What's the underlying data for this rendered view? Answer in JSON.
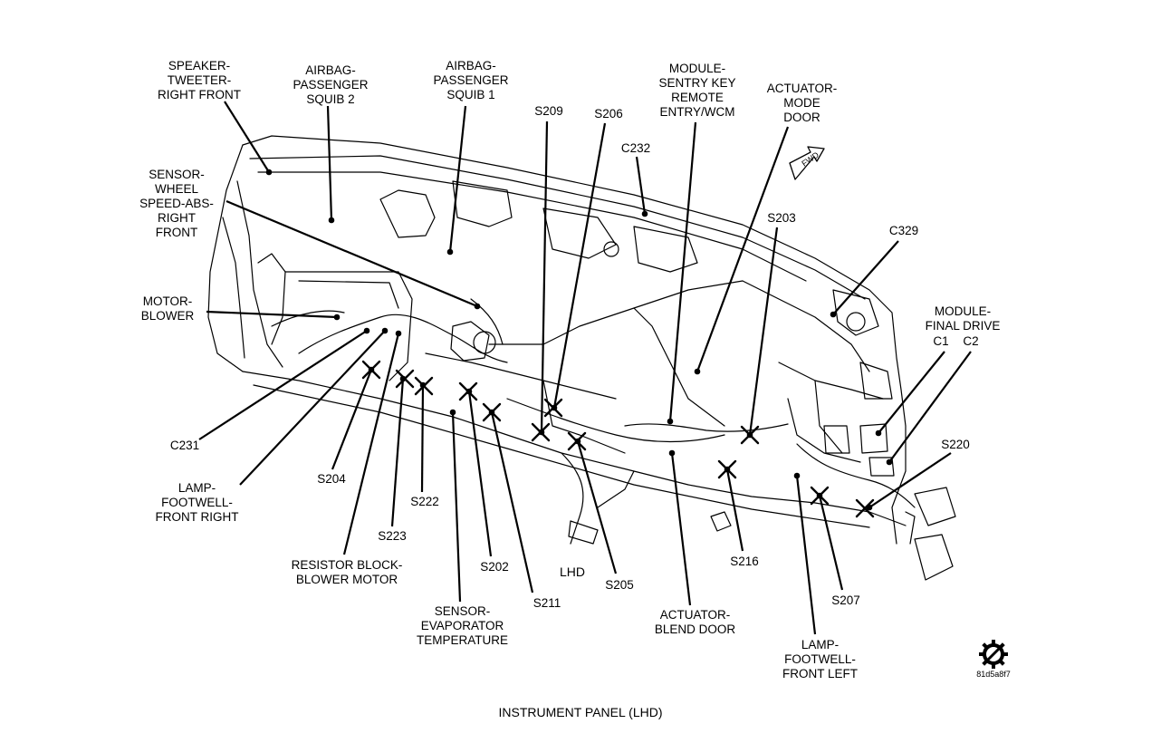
{
  "title": "INSTRUMENT PANEL  (LHD)",
  "figure_id": "81d5a8f7",
  "side_label": "LHD",
  "fwd_label": "FWD",
  "labels": {
    "speaker_tweeter": "SPEAKER-\nTWEETER-\nRIGHT FRONT",
    "airbag_squib2": "AIRBAG-\nPASSENGER\nSQUIB 2",
    "airbag_squib1": "AIRBAG-\nPASSENGER\nSQUIB 1",
    "module_sentry": "MODULE-\nSENTRY KEY\nREMOTE\nENTRY/WCM",
    "actuator_mode": "ACTUATOR-\nMODE\nDOOR",
    "s209": "S209",
    "s206": "S206",
    "c232": "C232",
    "sensor_wheel": "SENSOR-\nWHEEL\nSPEED-ABS-\nRIGHT\nFRONT",
    "s203": "S203",
    "c329": "C329",
    "motor_blower": "MOTOR-\nBLOWER",
    "module_final": "MODULE-\nFINAL DRIVE",
    "c1": "C1",
    "c2": "C2",
    "c231": "C231",
    "s220": "S220",
    "lamp_right": "LAMP-\nFOOTWELL-\nFRONT RIGHT",
    "s204": "S204",
    "s222": "S222",
    "s223": "S223",
    "resistor": "RESISTOR BLOCK-\nBLOWER MOTOR",
    "s202": "S202",
    "s205": "S205",
    "s211": "S211",
    "s216": "S216",
    "s207": "S207",
    "sensor_evap": "SENSOR-\nEVAPORATOR\nTEMPERATURE",
    "actuator_blend": "ACTUATOR-\nBLEND DOOR",
    "lamp_left": "LAMP-\nFOOTWELL-\nFRONT LEFT"
  }
}
